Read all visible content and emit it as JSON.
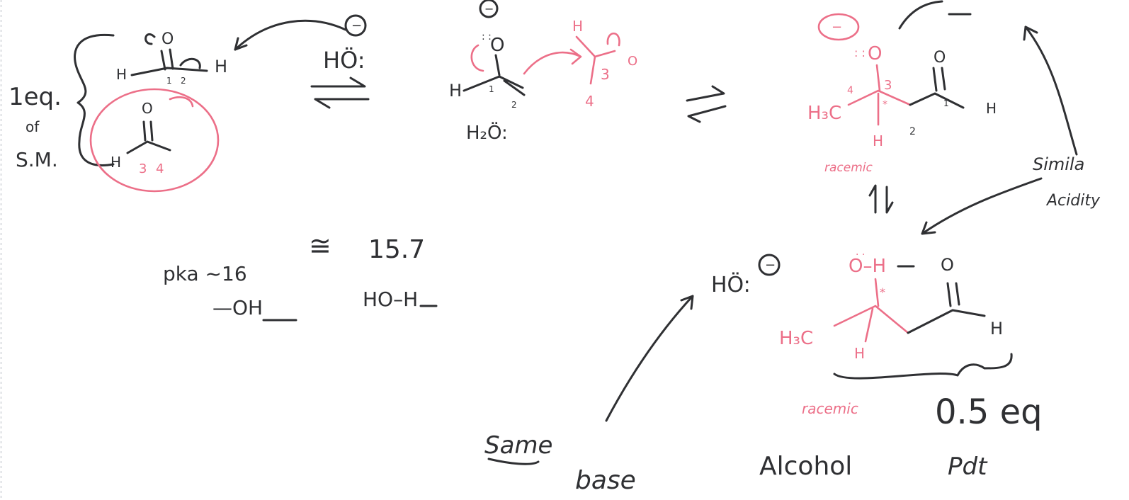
{
  "colors": {
    "ink_black": "#2f3033",
    "ink_pink": "#ec6f88",
    "paper": "#ffffff"
  },
  "equivalent_note": {
    "line1": "1eq.",
    "line2": "of",
    "line3": "S.M."
  },
  "aldehyde_top": {
    "o": "O",
    "h_left": "H",
    "h_right": "H",
    "n1": "1",
    "n2": "2"
  },
  "aldehyde_bottom": {
    "o": "O",
    "h_left": "H",
    "n3": "3",
    "n4": "4"
  },
  "hydroxide_top": {
    "text": "HÖ:",
    "charge": "−"
  },
  "enolate": {
    "o": "O",
    "h": "H",
    "n1": "1",
    "n2": "2",
    "charge": "−"
  },
  "water": {
    "text": "H₂Ö:"
  },
  "electrophile": {
    "h": "H",
    "o": "O",
    "n3": "3",
    "n4": "4"
  },
  "alkoxide": {
    "o": "O",
    "h3c": "H₃C",
    "h_bottom": "H",
    "h_right": "H",
    "o_right": "O",
    "n1": "1",
    "n2": "2",
    "n3": "3",
    "n4": "4",
    "star": "*",
    "note": "racemic",
    "charge": "−"
  },
  "aldol": {
    "oh": "O–H",
    "h3c": "H₃C",
    "h_bottom": "H",
    "h_right": "H",
    "o_right": "O",
    "star": "*",
    "note": "racemic"
  },
  "hydroxide_mid": {
    "text": "HÖ:",
    "charge": "−"
  },
  "similar_note": {
    "line1": "Simila",
    "line2": "Acidity"
  },
  "pka_note": {
    "pka": "pka ~16",
    "approx": "≅",
    "value": "15.7",
    "alcohol": "—OH",
    "water": "HO–H"
  },
  "bottom_notes": {
    "same": "Same",
    "base": "base",
    "alcohol": "Alcohol",
    "yield": "0.5 eq",
    "pdt": "Pdt"
  }
}
